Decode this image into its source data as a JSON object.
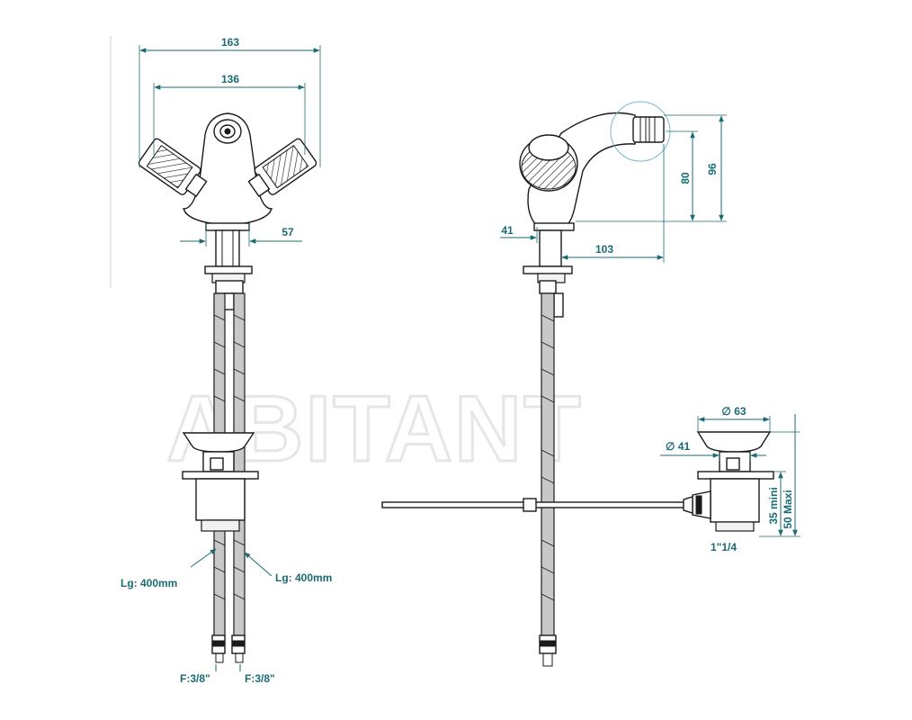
{
  "watermark": "ABITANT",
  "dimensions": {
    "front_overall_width": "163",
    "front_handle_spacing": "136",
    "front_base_width": "57",
    "side_base_offset": "41",
    "side_spout_reach": "103",
    "side_spout_height": "80",
    "side_overall_height": "96",
    "waste_top_diameter": "∅ 63",
    "waste_body_diameter": "∅ 41",
    "waste_min_depth": "35  mini",
    "waste_max_depth": "50 Maxi"
  },
  "notes": {
    "hose_left_length": "Lg: 400mm",
    "hose_right_length": "Lg: 400mm",
    "connection_left": "F:3/8\"",
    "connection_right": "F:3/8\"",
    "waste_thread": "1\"1/4"
  },
  "colors": {
    "dimension": "#1b6b72",
    "linework": "#1a1a1a",
    "hose_fill": "#c8c8c8",
    "watermark": "#e6e6e6"
  }
}
